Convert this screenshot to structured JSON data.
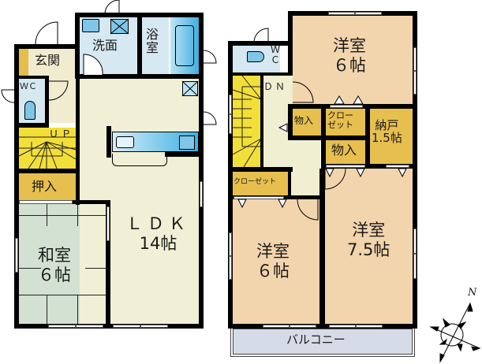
{
  "floor1": {
    "rooms": {
      "genkan": {
        "label": "玄関"
      },
      "wc": {
        "label": "ＷＣ"
      },
      "senmen": {
        "label": "洗面"
      },
      "yokushitsu": {
        "label_line1": "浴",
        "label_line2": "室"
      },
      "stairs": {
        "label": "ＵＰ"
      },
      "oshiire": {
        "label": "押入"
      },
      "washitsu": {
        "label_line1": "和室",
        "label_line2": "６帖"
      },
      "ldk": {
        "label_line1": "ＬＤＫ",
        "label_line2": "14帖"
      }
    }
  },
  "floor2": {
    "rooms": {
      "wc": {
        "label_line1": "Ｗ",
        "label_line2": "Ｃ"
      },
      "stairs": {
        "label": "ＤＮ"
      },
      "youshitsu_ne": {
        "label_line1": "洋室",
        "label_line2": "６帖"
      },
      "monoire1": {
        "label": "物入"
      },
      "closet1": {
        "label_line1": "クロー",
        "label_line2": "ゼット"
      },
      "nando": {
        "label_line1": "納戸",
        "label_line2": "1.5帖"
      },
      "monoire2": {
        "label": "物入"
      },
      "closet2": {
        "label": "クローゼット"
      },
      "youshitsu_sw": {
        "label_line1": "洋室",
        "label_line2": "６帖"
      },
      "youshitsu_se": {
        "label_line1": "洋室",
        "label_line2": "7.5帖"
      },
      "balcony": {
        "label": "バルコニー"
      }
    }
  },
  "compass": {
    "north_label": "N"
  },
  "colors": {
    "wall": "#000000",
    "genkan": "#f1ecd0",
    "wet_area": "#d6e8f2",
    "hallway": "#f1efd2",
    "ldk": "#f1f0d6",
    "stairs": "#f3df3a",
    "storage": "#e6bf4f",
    "washitsu": "#d3e1d2",
    "youshitsu": "#f2d5ad",
    "balcony": "#d6dbe8"
  }
}
